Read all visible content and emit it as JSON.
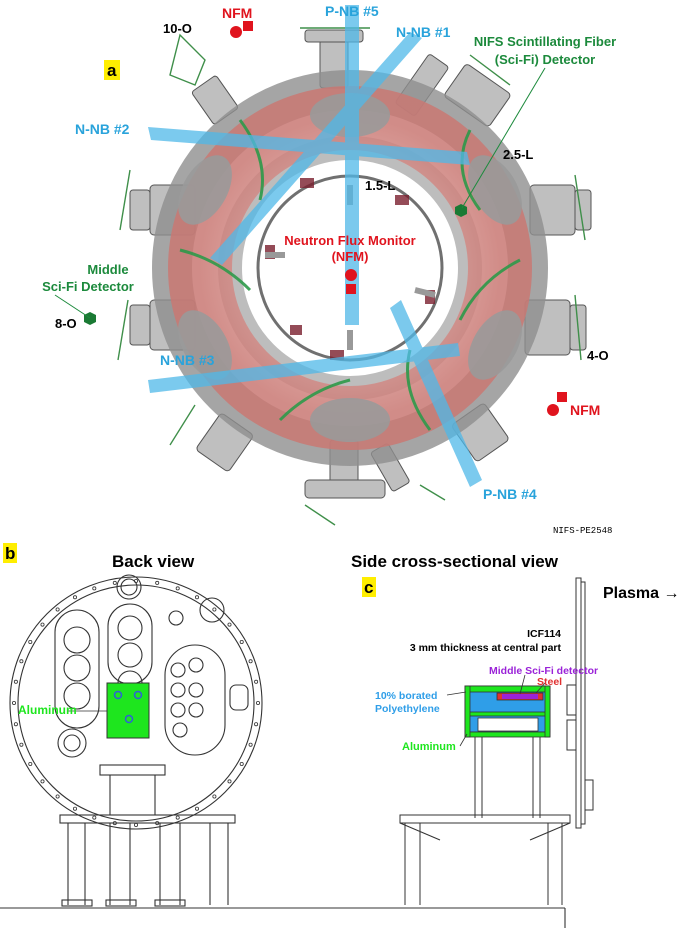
{
  "colors": {
    "nb_beam": "#4fb8e8",
    "nfm_red": "#e0141e",
    "scifi_green": "#1c8a3c",
    "plasma_pink": "#d9908c",
    "coil_gray": "#9a9a9a",
    "aluminum_green": "#1ee61e",
    "poly_blue": "#2f9ee8",
    "scifi_purple": "#9a22d8",
    "steel_red": "#e03030",
    "panel_tag_yellow": "#ffee00",
    "label_blue": "#29a3db"
  },
  "panel_a": {
    "tag": "a",
    "beams": {
      "pnb5": "P-NB #5",
      "nnb1": "N-NB #1",
      "nnb2": "N-NB #2",
      "nnb3": "N-NB #3",
      "pnb4": "P-NB #4"
    },
    "ports": {
      "p10o": "10-O",
      "p25l": "2.5-L",
      "p15l": "1.5-L",
      "p8o": "8-O",
      "p4o": "4-O"
    },
    "nfm_top": "NFM",
    "nfm_right": "NFM",
    "nfm_center_line1": "Neutron Flux Monitor",
    "nfm_center_line2": "(NFM)",
    "scifi_line1": "NIFS Scintillating Fiber",
    "scifi_line2": "(Sci-Fi) Detector",
    "middle_line1": "Middle",
    "middle_line2": "Sci-Fi Detector",
    "ref_code": "NIFS-PE2548"
  },
  "panel_b": {
    "tag": "b",
    "title": "Back view",
    "aluminum_label": "Aluminum"
  },
  "panel_c": {
    "tag": "c",
    "title": "Side cross-sectional view",
    "plasma_label": "Plasma →",
    "icf_line1": "ICF114",
    "icf_line2": "3 mm thickness at central part",
    "middle_scifi": "Middle Sci-Fi detector",
    "steel": "Steel",
    "poly_line1": "10% borated",
    "poly_line2": "Polyethylene",
    "aluminum_label": "Aluminum"
  }
}
